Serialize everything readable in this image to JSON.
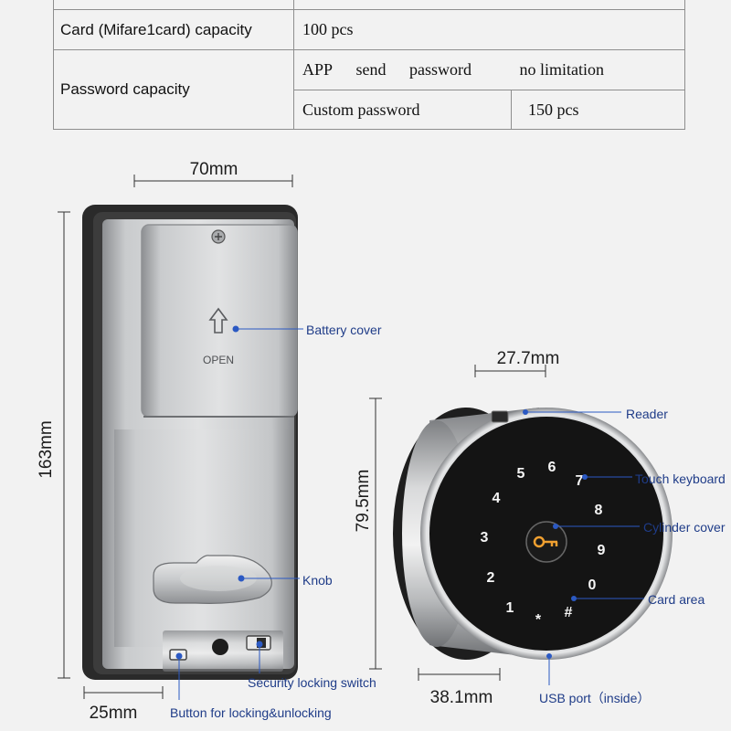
{
  "spec_table": {
    "row1": {
      "label": "Card (Mifare1card) capacity",
      "value": "100 pcs"
    },
    "row2": {
      "label": "Password capacity",
      "sub1": {
        "words": [
          "APP",
          "send",
          "password"
        ],
        "value": "no limitation"
      },
      "sub2": {
        "type": "Custom password",
        "value": "150 pcs"
      }
    }
  },
  "lock_front": {
    "width": "70mm",
    "height": "163mm",
    "depth": "25mm",
    "open_label": "OPEN",
    "callouts": {
      "battery_cover": "Battery cover",
      "knob": "Knob",
      "security_switch": "Security locking switch",
      "lock_button": "Button for locking&unlocking"
    }
  },
  "keypad_unit": {
    "width": "27.7mm",
    "height": "79.5mm",
    "depth": "38.1mm",
    "keys": [
      "1",
      "2",
      "3",
      "4",
      "5",
      "6",
      "7",
      "8",
      "9",
      "0",
      "*",
      "#"
    ],
    "callouts": {
      "reader": "Reader",
      "touch_keyboard": "Touch keyboard",
      "cylinder_cover": "Cylinder cover",
      "card_area": "Card area",
      "usb_port": "USB port（inside）"
    }
  },
  "colors": {
    "callout": "#1f3c88",
    "marker": "#2b59c3",
    "metal": "#c7c9cb",
    "keypad": "#141414"
  }
}
